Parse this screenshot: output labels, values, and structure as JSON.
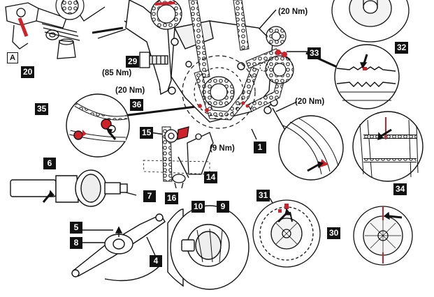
{
  "callouts": {
    "c1": "1",
    "c4": "4",
    "c5": "5",
    "c6": "6",
    "c7": "7",
    "c8": "8",
    "c9": "9",
    "c10": "10",
    "c14": "14",
    "c15": "15",
    "c16": "16",
    "c20": "20",
    "c29": "29",
    "c30": "30",
    "c31": "31",
    "c32": "32",
    "c33": "33",
    "c34": "34",
    "c35": "35",
    "c36": "36"
  },
  "inset_label": "A",
  "torques": {
    "top": "(20 Nm)",
    "bolt_29": "(85 Nm)",
    "left": "(20 Nm)",
    "right": "(20 Nm)",
    "small": "(9 Nm)"
  },
  "colors": {
    "line": "#111111",
    "accent": "#d0202a",
    "shade": "#d8d8d8"
  }
}
